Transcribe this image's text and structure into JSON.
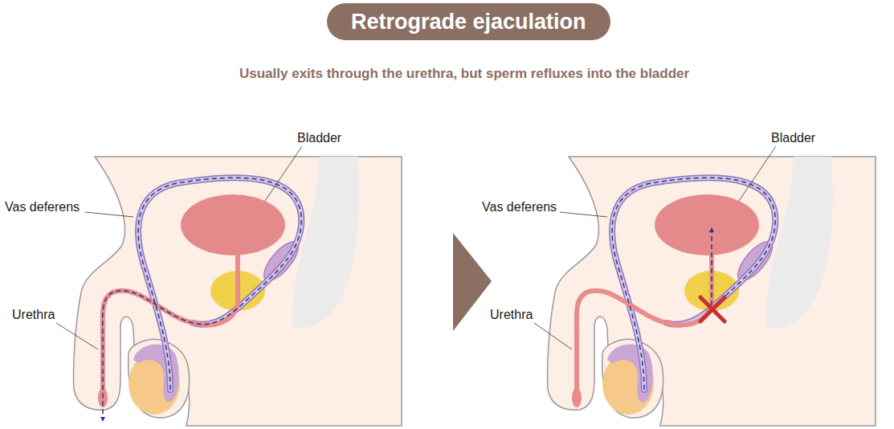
{
  "diagram": {
    "title": "Retrograde ejaculation",
    "caption": "Usually exits through the urethra, but sperm refluxes into the bladder",
    "labels": [
      "Bladder",
      "Vas deferens",
      "Urethra",
      "Bladder",
      "Vas deferens",
      "Urethra"
    ]
  }
}
